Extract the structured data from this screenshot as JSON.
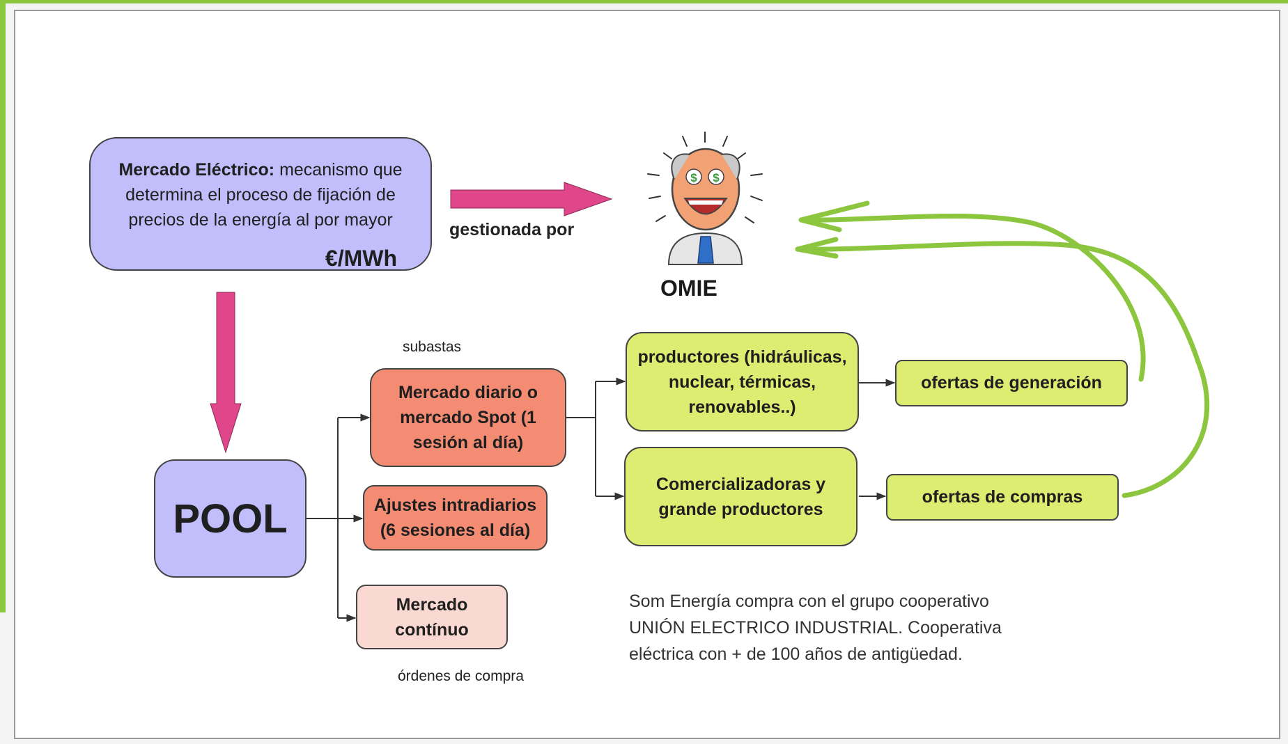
{
  "mercado_box": {
    "term": "Mercado Eléctrico:",
    "definition": " mecanismo que determina el proceso de fijación de precios de la energía al por mayor",
    "unit": "€/MWh"
  },
  "arrow_label": "gestionada por",
  "omie": {
    "label": "OMIE"
  },
  "pool": {
    "label": "POOL"
  },
  "subastas_label": "subastas",
  "mercado_diario": {
    "label": "Mercado diario o mercado Spot (1 sesión al día)"
  },
  "ajustes": {
    "label": "Ajustes intradiarios (6 sesiones al día)"
  },
  "continuo": {
    "label": "Mercado contínuo"
  },
  "ordenes_label": "órdenes de compra",
  "productores": {
    "label": "productores (hidráulicas, nuclear, térmicas, renovables..)"
  },
  "comercializadoras": {
    "label": "Comercializadoras y grande productores"
  },
  "ofertas_generacion": {
    "label": "ofertas de generación"
  },
  "ofertas_compras": {
    "label": "ofertas de compras"
  },
  "note": {
    "line1": "Som Energía compra con el grupo cooperativo",
    "line2": "UNIÓN ELECTRICO INDUSTRIAL. Cooperativa",
    "line3": "eléctrica con + de 100 años de antigüedad."
  },
  "colors": {
    "purple_box": "#c2bdfb",
    "salmon_box": "#f38c73",
    "pink_box": "#f9d9d2",
    "lime_box": "#dced72",
    "magenta_arrow": "#e0468a",
    "green_curve": "#8cc63f"
  }
}
